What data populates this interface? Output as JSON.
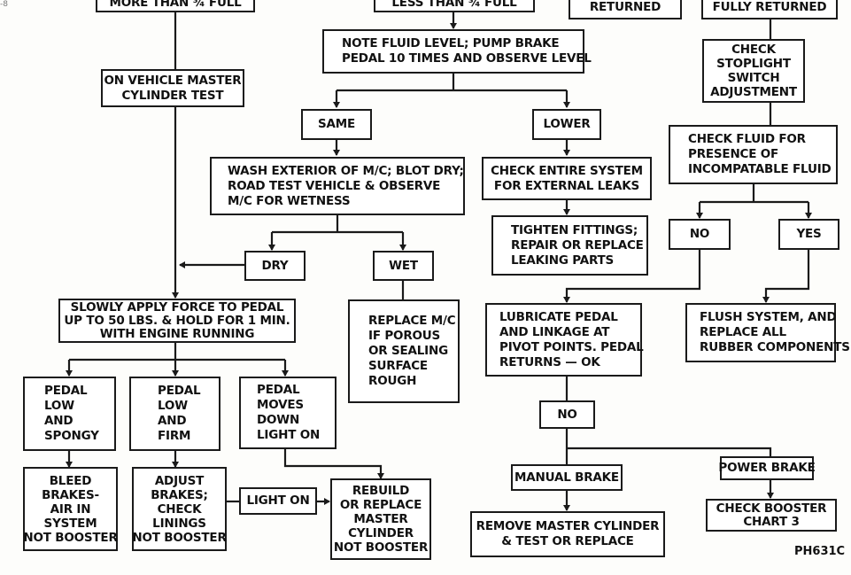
{
  "figure": {
    "code": "PH631C",
    "corner_mark": "-8"
  },
  "nodes": {
    "more_than_full": [
      "MORE THAN ¾ FULL"
    ],
    "less_than_full": [
      "LESS THAN ¾ FULL"
    ],
    "returned": [
      "RETURNED"
    ],
    "fully_returned": [
      "FULLY RETURNED"
    ],
    "check_stoplight": [
      "CHECK",
      "STOPLIGHT",
      "SWITCH",
      "ADJUSTMENT"
    ],
    "on_vehicle_test": [
      "ON VEHICLE MASTER",
      "CYLINDER TEST"
    ],
    "note_fluid": [
      "NOTE FLUID LEVEL; PUMP BRAKE",
      "PEDAL 10 TIMES AND OBSERVE LEVEL"
    ],
    "same": [
      "SAME"
    ],
    "lower": [
      "LOWER"
    ],
    "check_fluid_incompat": [
      "CHECK FLUID FOR",
      "PRESENCE OF",
      "INCOMPATABLE FLUID"
    ],
    "wash_exterior": [
      "WASH EXTERIOR OF M/C; BLOT DRY;",
      "ROAD TEST VEHICLE & OBSERVE",
      "M/C FOR WETNESS"
    ],
    "check_leaks": [
      "CHECK ENTIRE SYSTEM",
      "FOR EXTERNAL LEAKS"
    ],
    "no_incompat": [
      "NO"
    ],
    "yes_incompat": [
      "YES"
    ],
    "tighten_fittings": [
      "TIGHTEN FITTINGS;",
      "REPAIR OR REPLACE",
      "LEAKING PARTS"
    ],
    "dry": [
      "DRY"
    ],
    "wet": [
      "WET"
    ],
    "slowly_apply": [
      "SLOWLY APPLY FORCE TO PEDAL",
      "UP TO 50 LBS. & HOLD FOR 1 MIN.",
      "WITH ENGINE RUNNING"
    ],
    "replace_mc": [
      "REPLACE M/C",
      "IF POROUS",
      "OR SEALING",
      "SURFACE",
      "ROUGH"
    ],
    "lubricate": [
      "LUBRICATE PEDAL",
      "AND LINKAGE AT",
      "PIVOT POINTS. PEDAL",
      "RETURNS — OK"
    ],
    "flush_system": [
      "FLUSH SYSTEM, AND",
      "REPLACE ALL",
      "RUBBER COMPONENTS"
    ],
    "pedal_spongy": [
      "PEDAL",
      "LOW",
      "AND",
      "SPONGY"
    ],
    "pedal_firm": [
      "PEDAL",
      "LOW",
      "AND",
      "FIRM"
    ],
    "pedal_moves": [
      "PEDAL",
      "MOVES",
      "DOWN",
      "LIGHT  ON"
    ],
    "no_lube": [
      "NO"
    ],
    "bleed_brakes": [
      "BLEED",
      "BRAKES-",
      "AIR IN",
      "SYSTEM",
      "NOT  BOOSTER"
    ],
    "adjust_brakes": [
      "ADJUST",
      "BRAKES;",
      "CHECK",
      "LININGS",
      "NOT BOOSTER"
    ],
    "light_on": [
      "LIGHT  ON"
    ],
    "rebuild_mc": [
      "REBUILD",
      "OR REPLACE",
      "MASTER",
      "CYLINDER",
      "NOT  BOOSTER"
    ],
    "manual_brake": [
      "MANUAL  BRAKE"
    ],
    "power_brake": [
      "POWER  BRAKE"
    ],
    "remove_mc": [
      "REMOVE  MASTER  CYLINDER",
      "&  TEST  OR REPLACE"
    ],
    "check_booster": [
      "CHECK  BOOSTER",
      "CHART  3"
    ]
  }
}
